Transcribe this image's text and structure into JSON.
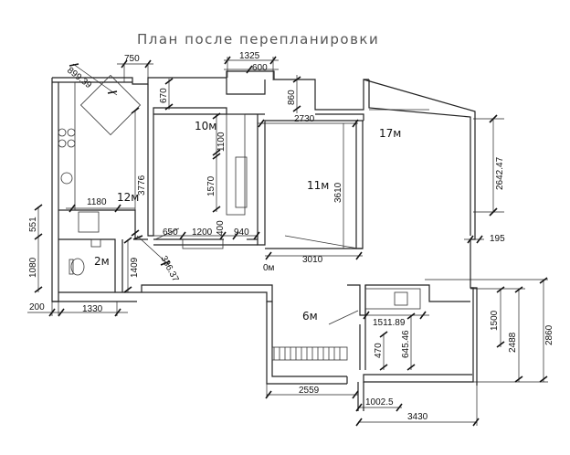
{
  "title": "План после перепланировки",
  "rooms": {
    "r12": "12м",
    "r10": "10м",
    "r11": "11м",
    "r17": "17м",
    "r2": "2м",
    "r6": "6м",
    "r0": "0м"
  },
  "dims": {
    "d750": "750",
    "d1325": "1325",
    "d600": "600",
    "d860": "860",
    "d670": "670",
    "d899": "899.39",
    "d2730": "2730",
    "d1100": "1100",
    "d3776": "3776",
    "d1570": "1570",
    "d3610": "3610",
    "d2642": "2642.47",
    "d1180": "1180",
    "d551": "551",
    "d1080": "1080",
    "d1409": "1409",
    "d650": "650",
    "d1200": "1200",
    "d400": "400",
    "d940": "940",
    "d3010": "3010",
    "d195": "195",
    "d336": "336.37",
    "d200": "200",
    "d1330": "1330",
    "d1511": "1511.89",
    "d645": "645.46",
    "d470": "470",
    "d1500": "1500",
    "d2488": "2488",
    "d2860": "2860",
    "d2559": "2559",
    "d1002": "1002.5",
    "d3430": "3430"
  }
}
